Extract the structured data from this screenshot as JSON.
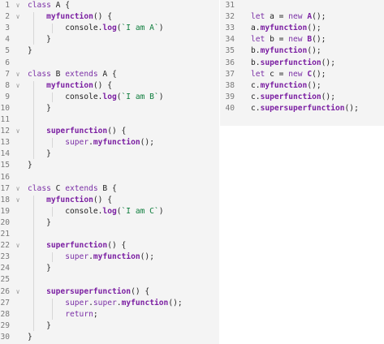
{
  "left_pane": {
    "lines": [
      {
        "n": "1",
        "fold": "∨",
        "text": "class A {",
        "segs": [
          [
            "kw",
            "class"
          ],
          [
            "pl",
            " A {"
          ]
        ]
      },
      {
        "n": "2",
        "fold": "∨",
        "text": "    myfunction() {",
        "segs": [
          [
            "pl",
            "    "
          ],
          [
            "fn",
            "myfunction"
          ],
          [
            "pl",
            "() {"
          ]
        ]
      },
      {
        "n": "3",
        "fold": "",
        "text": "        console.log(`I am A`)",
        "segs": [
          [
            "pl",
            "        console."
          ],
          [
            "fn",
            "log"
          ],
          [
            "pl",
            "("
          ],
          [
            "str",
            "`I am A`"
          ],
          [
            "pl",
            ")"
          ]
        ]
      },
      {
        "n": "4",
        "fold": "",
        "text": "    }",
        "segs": [
          [
            "pl",
            "    }"
          ]
        ]
      },
      {
        "n": "5",
        "fold": "",
        "text": "}",
        "segs": [
          [
            "pl",
            "}"
          ]
        ]
      },
      {
        "n": "6",
        "fold": "",
        "text": "",
        "segs": []
      },
      {
        "n": "7",
        "fold": "∨",
        "text": "class B extends A {",
        "segs": [
          [
            "kw",
            "class"
          ],
          [
            "pl",
            " B "
          ],
          [
            "kw",
            "extends"
          ],
          [
            "pl",
            " A {"
          ]
        ]
      },
      {
        "n": "8",
        "fold": "∨",
        "text": "    myfunction() {",
        "segs": [
          [
            "pl",
            "    "
          ],
          [
            "fn",
            "myfunction"
          ],
          [
            "pl",
            "() {"
          ]
        ]
      },
      {
        "n": "9",
        "fold": "",
        "text": "        console.log(`I am B`)",
        "segs": [
          [
            "pl",
            "        console."
          ],
          [
            "fn",
            "log"
          ],
          [
            "pl",
            "("
          ],
          [
            "str",
            "`I am B`"
          ],
          [
            "pl",
            ")"
          ]
        ]
      },
      {
        "n": "10",
        "fold": "",
        "text": "    }",
        "segs": [
          [
            "pl",
            "    }"
          ]
        ]
      },
      {
        "n": "11",
        "fold": "",
        "text": "",
        "segs": []
      },
      {
        "n": "12",
        "fold": "∨",
        "text": "    superfunction() {",
        "segs": [
          [
            "pl",
            "    "
          ],
          [
            "fn",
            "superfunction"
          ],
          [
            "pl",
            "() {"
          ]
        ]
      },
      {
        "n": "13",
        "fold": "",
        "text": "        super.myfunction();",
        "segs": [
          [
            "pl",
            "        "
          ],
          [
            "kw",
            "super"
          ],
          [
            "pl",
            "."
          ],
          [
            "fn",
            "myfunction"
          ],
          [
            "pl",
            "();"
          ]
        ]
      },
      {
        "n": "14",
        "fold": "",
        "text": "    }",
        "segs": [
          [
            "pl",
            "    }"
          ]
        ]
      },
      {
        "n": "15",
        "fold": "",
        "text": "}",
        "segs": [
          [
            "pl",
            "}"
          ]
        ]
      },
      {
        "n": "16",
        "fold": "",
        "text": "",
        "segs": []
      },
      {
        "n": "17",
        "fold": "∨",
        "text": "class C extends B {",
        "segs": [
          [
            "kw",
            "class"
          ],
          [
            "pl",
            " C "
          ],
          [
            "kw",
            "extends"
          ],
          [
            "pl",
            " B {"
          ]
        ]
      },
      {
        "n": "18",
        "fold": "∨",
        "text": "    myfunction() {",
        "segs": [
          [
            "pl",
            "    "
          ],
          [
            "fn",
            "myfunction"
          ],
          [
            "pl",
            "() {"
          ]
        ]
      },
      {
        "n": "19",
        "fold": "",
        "text": "        console.log(`I am C`)",
        "segs": [
          [
            "pl",
            "        console."
          ],
          [
            "fn",
            "log"
          ],
          [
            "pl",
            "("
          ],
          [
            "str",
            "`I am C`"
          ],
          [
            "pl",
            ")"
          ]
        ]
      },
      {
        "n": "20",
        "fold": "",
        "text": "    }",
        "segs": [
          [
            "pl",
            "    }"
          ]
        ]
      },
      {
        "n": "21",
        "fold": "",
        "text": "",
        "segs": []
      },
      {
        "n": "22",
        "fold": "∨",
        "text": "    superfunction() {",
        "segs": [
          [
            "pl",
            "    "
          ],
          [
            "fn",
            "superfunction"
          ],
          [
            "pl",
            "() {"
          ]
        ]
      },
      {
        "n": "23",
        "fold": "",
        "text": "        super.myfunction();",
        "segs": [
          [
            "pl",
            "        "
          ],
          [
            "kw",
            "super"
          ],
          [
            "pl",
            "."
          ],
          [
            "fn",
            "myfunction"
          ],
          [
            "pl",
            "();"
          ]
        ]
      },
      {
        "n": "24",
        "fold": "",
        "text": "    }",
        "segs": [
          [
            "pl",
            "    }"
          ]
        ]
      },
      {
        "n": "25",
        "fold": "",
        "text": "",
        "segs": []
      },
      {
        "n": "26",
        "fold": "∨",
        "text": "    supersuperfunction() {",
        "segs": [
          [
            "pl",
            "    "
          ],
          [
            "fn",
            "supersuperfunction"
          ],
          [
            "pl",
            "() {"
          ]
        ]
      },
      {
        "n": "27",
        "fold": "",
        "text": "        super.super.myfunction();",
        "segs": [
          [
            "pl",
            "        "
          ],
          [
            "kw",
            "super"
          ],
          [
            "pl",
            "."
          ],
          [
            "kw",
            "super"
          ],
          [
            "pl",
            "."
          ],
          [
            "fn",
            "myfunction"
          ],
          [
            "pl",
            "();"
          ]
        ]
      },
      {
        "n": "28",
        "fold": "",
        "text": "        return;",
        "segs": [
          [
            "pl",
            "        "
          ],
          [
            "kw",
            "return"
          ],
          [
            "pl",
            ";"
          ]
        ]
      },
      {
        "n": "29",
        "fold": "",
        "text": "    }",
        "segs": [
          [
            "pl",
            "    }"
          ]
        ]
      },
      {
        "n": "30",
        "fold": "",
        "text": "}",
        "segs": [
          [
            "pl",
            "}"
          ]
        ]
      }
    ]
  },
  "right_pane": {
    "lines": [
      {
        "n": "31",
        "fold": "",
        "text": "",
        "segs": []
      },
      {
        "n": "32",
        "fold": "",
        "text": "let a = new A();",
        "segs": [
          [
            "kw",
            "let"
          ],
          [
            "pl",
            " a = "
          ],
          [
            "kw",
            "new"
          ],
          [
            "pl",
            " "
          ],
          [
            "fn",
            "A"
          ],
          [
            "pl",
            "();"
          ]
        ]
      },
      {
        "n": "33",
        "fold": "",
        "text": "a.myfunction();",
        "segs": [
          [
            "pl",
            "a."
          ],
          [
            "fn",
            "myfunction"
          ],
          [
            "pl",
            "();"
          ]
        ]
      },
      {
        "n": "34",
        "fold": "",
        "text": "let b = new B();",
        "segs": [
          [
            "kw",
            "let"
          ],
          [
            "pl",
            " b = "
          ],
          [
            "kw",
            "new"
          ],
          [
            "pl",
            " "
          ],
          [
            "fn",
            "B"
          ],
          [
            "pl",
            "();"
          ]
        ]
      },
      {
        "n": "35",
        "fold": "",
        "text": "b.myfunction();",
        "segs": [
          [
            "pl",
            "b."
          ],
          [
            "fn",
            "myfunction"
          ],
          [
            "pl",
            "();"
          ]
        ]
      },
      {
        "n": "36",
        "fold": "",
        "text": "b.superfunction();",
        "segs": [
          [
            "pl",
            "b."
          ],
          [
            "fn",
            "superfunction"
          ],
          [
            "pl",
            "();"
          ]
        ]
      },
      {
        "n": "37",
        "fold": "",
        "text": "let c = new C();",
        "segs": [
          [
            "kw",
            "let"
          ],
          [
            "pl",
            " c = "
          ],
          [
            "kw",
            "new"
          ],
          [
            "pl",
            " "
          ],
          [
            "fn",
            "C"
          ],
          [
            "pl",
            "();"
          ]
        ]
      },
      {
        "n": "38",
        "fold": "",
        "text": "c.myfunction();",
        "segs": [
          [
            "pl",
            "c."
          ],
          [
            "fn",
            "myfunction"
          ],
          [
            "pl",
            "();"
          ]
        ]
      },
      {
        "n": "39",
        "fold": "",
        "text": "c.superfunction();",
        "segs": [
          [
            "pl",
            "c."
          ],
          [
            "fn",
            "superfunction"
          ],
          [
            "pl",
            "();"
          ]
        ]
      },
      {
        "n": "40",
        "fold": "",
        "text": "c.supersuperfunction();",
        "segs": [
          [
            "pl",
            "c."
          ],
          [
            "fn",
            "supersuperfunction"
          ],
          [
            "pl",
            "();"
          ]
        ]
      }
    ]
  },
  "colors": {
    "background": "#f4f4f4",
    "keyword": "#7b30a6",
    "function": "#7b1fa2",
    "string": "#0c7c3b",
    "line_number": "#7a7a7a"
  }
}
